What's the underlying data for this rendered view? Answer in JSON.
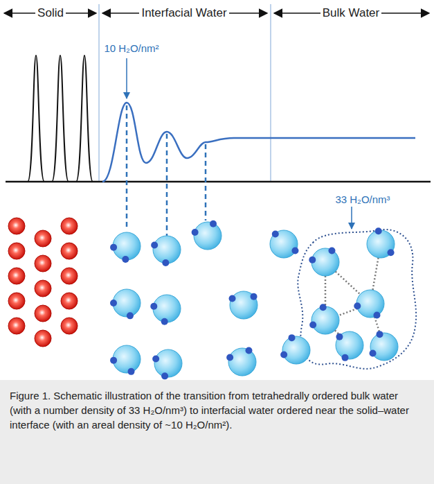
{
  "diagram": {
    "caption": "Figure 1. Schematic illustration of the transition from tetrahedrally ordered bulk water (with a number density of 33 H₂O/nm³) to interfacial water ordered near the solid–water interface (with an areal density of ~10 H₂O/nm²).",
    "labels": [
      "Solid",
      "Interfacial Water",
      "Bulk Water",
      "10 H₂O/nm²",
      "33 H₂O/nm³"
    ]
  }
}
